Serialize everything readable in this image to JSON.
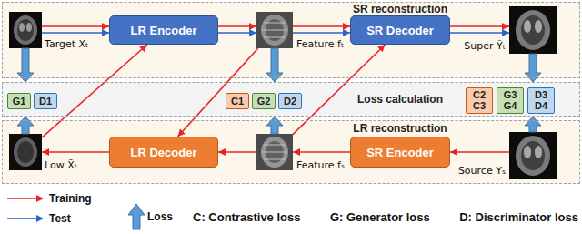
{
  "diagram": {
    "nodes": [
      {
        "text": [
          "SR reconstruction"
        ]
      },
      {
        "text": [
          "Target Xₜ"
        ],
        "in": 0
      },
      {
        "text": [
          "LR Encoder"
        ],
        "in": 0
      },
      {
        "text": [
          "Feature fₜ"
        ],
        "in": 0
      },
      {
        "text": [
          "SR Decoder"
        ],
        "in": 0
      },
      {
        "text": [
          "Super Ỹₜ"
        ],
        "in": 0
      },
      {
        "text": [
          "Loss calculation"
        ]
      },
      {
        "text": [
          "G1"
        ],
        "in": 6
      },
      {
        "text": [
          "D1"
        ],
        "in": 6
      },
      {
        "text": [
          "C1"
        ],
        "in": 6
      },
      {
        "text": [
          "G2"
        ],
        "in": 6
      },
      {
        "text": [
          "D2"
        ],
        "in": 6
      },
      {
        "text": [
          "C2 C3"
        ],
        "in": 6
      },
      {
        "text": [
          "G3 G4"
        ],
        "in": 6
      },
      {
        "text": [
          "D3 D4"
        ],
        "in": 6
      },
      {
        "text": [
          "LR reconstruction"
        ]
      },
      {
        "text": [
          "Low X̃ₜ"
        ],
        "in": 15
      },
      {
        "text": [
          "LR Decoder"
        ],
        "in": 15
      },
      {
        "text": [
          "Feature fₛ"
        ],
        "in": 15
      },
      {
        "text": [
          "SR Encoder"
        ],
        "in": 15
      },
      {
        "text": [
          "Source Yₛ"
        ],
        "in": 15
      }
    ],
    "edges": [
      {
        "from": 1,
        "to": 2,
        "arrow": "to"
      },
      {
        "from": 1,
        "to": 2,
        "arrow": "to"
      },
      {
        "from": 2,
        "to": 3,
        "arrow": "to"
      },
      {
        "from": 2,
        "to": 3,
        "arrow": "to"
      },
      {
        "from": 3,
        "to": 4,
        "arrow": "to"
      },
      {
        "from": 3,
        "to": 4,
        "arrow": "to"
      },
      {
        "from": 4,
        "to": 5,
        "arrow": "to"
      },
      {
        "from": 4,
        "to": 5,
        "arrow": "to"
      },
      {
        "from": 20,
        "to": 19,
        "arrow": "to"
      },
      {
        "from": 19,
        "to": 18,
        "arrow": "to"
      },
      {
        "from": 18,
        "to": 17,
        "arrow": "to"
      },
      {
        "from": 17,
        "to": 16,
        "arrow": "to"
      },
      {
        "from": 16,
        "to": 2,
        "arrow": "to"
      },
      {
        "from": 3,
        "to": 17,
        "arrow": "to"
      },
      {
        "from": 18,
        "to": 4,
        "arrow": "to"
      },
      {
        "from": 1,
        "to": 6,
        "arrow": "to"
      },
      {
        "from": 16,
        "to": 6,
        "arrow": "to"
      },
      {
        "from": 3,
        "to": 6,
        "arrow": "to"
      },
      {
        "from": 18,
        "to": 6,
        "arrow": "to"
      },
      {
        "from": 5,
        "to": 6,
        "arrow": "to"
      },
      {
        "from": 20,
        "to": 6,
        "arrow": "to"
      }
    ],
    "labels": [
      "C: Contrastive loss",
      "G: Generator loss",
      "D: Discriminator loss"
    ],
    "legend": [
      {
        "text": "Training"
      },
      {
        "text": "Test"
      },
      {
        "text": "Loss"
      }
    ]
  }
}
